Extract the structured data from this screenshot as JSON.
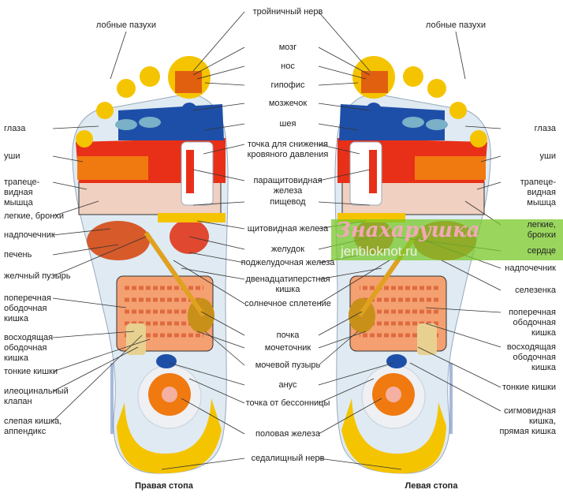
{
  "labels": {
    "left": [
      {
        "lines": [
          "лобные пазухи"
        ]
      },
      {
        "lines": [
          "глаза"
        ]
      },
      {
        "lines": [
          "уши"
        ]
      },
      {
        "lines": [
          "трапеце-",
          "видная",
          "мышца"
        ]
      },
      {
        "lines": [
          "легкие, бронхи"
        ]
      },
      {
        "lines": [
          "надпочечник"
        ]
      },
      {
        "lines": [
          "печень"
        ]
      },
      {
        "lines": [
          "желчный пузырь"
        ]
      },
      {
        "lines": [
          "поперечная",
          "ободочная",
          "кишка"
        ]
      },
      {
        "lines": [
          "восходящая",
          "ободочная",
          "кишка"
        ]
      },
      {
        "lines": [
          "тонкие кишки"
        ]
      },
      {
        "lines": [
          "илеоцинальный",
          "клапан"
        ]
      },
      {
        "lines": [
          "слепая кишка,",
          "аппендикс"
        ]
      }
    ],
    "center": [
      {
        "lines": [
          "тройничный нерв"
        ]
      },
      {
        "lines": [
          "мозг"
        ]
      },
      {
        "lines": [
          "нос"
        ]
      },
      {
        "lines": [
          "гипофис"
        ]
      },
      {
        "lines": [
          "мозжечок"
        ]
      },
      {
        "lines": [
          "шея"
        ]
      },
      {
        "lines": [
          "точка для снижения",
          "кровяного давления"
        ]
      },
      {
        "lines": [
          "паращитовидная",
          "железа"
        ]
      },
      {
        "lines": [
          "пищевод"
        ]
      },
      {
        "lines": [
          "щитовидная железа"
        ]
      },
      {
        "lines": [
          "желудок"
        ]
      },
      {
        "lines": [
          "поджелудочная железа"
        ]
      },
      {
        "lines": [
          "двенадцатиперстная",
          "кишка"
        ]
      },
      {
        "lines": [
          "солнечное сплетение"
        ]
      },
      {
        "lines": [
          "почка"
        ]
      },
      {
        "lines": [
          "мочеточник"
        ]
      },
      {
        "lines": [
          "мочевой пузырь"
        ]
      },
      {
        "lines": [
          "анус"
        ]
      },
      {
        "lines": [
          "точка от бессонницы"
        ]
      },
      {
        "lines": [
          "половая железа"
        ]
      },
      {
        "lines": [
          "седалищный нерв"
        ]
      }
    ],
    "right": [
      {
        "lines": [
          "лобные пазухи"
        ]
      },
      {
        "lines": [
          "глаза"
        ]
      },
      {
        "lines": [
          "уши"
        ]
      },
      {
        "lines": [
          "трапеце-",
          "видная",
          "мышца"
        ]
      },
      {
        "lines": [
          "легкие,",
          "бронхи"
        ]
      },
      {
        "lines": [
          "сердце"
        ]
      },
      {
        "lines": [
          "надпочечник"
        ]
      },
      {
        "lines": [
          "селезенка"
        ]
      },
      {
        "lines": [
          "поперечная",
          "ободочная",
          "кишка"
        ]
      },
      {
        "lines": [
          "восходящая",
          "ободочная",
          "кишка"
        ]
      },
      {
        "lines": [
          "тонкие кишки"
        ]
      },
      {
        "lines": [
          "сигмовидная",
          "кишка,",
          "прямая кишка"
        ]
      }
    ]
  },
  "captions": {
    "right_foot": "Правая стопа",
    "left_foot": "Левая стопа"
  },
  "watermark": {
    "title": "Знахарушка",
    "site": "jenbloknot.ru"
  },
  "colors": {
    "yellow": "#f5c400",
    "orange": "#f07a10",
    "red": "#e03018",
    "blue": "#1e4fa8",
    "light": "#dfeaf2",
    "intestine": "#f4a070"
  }
}
